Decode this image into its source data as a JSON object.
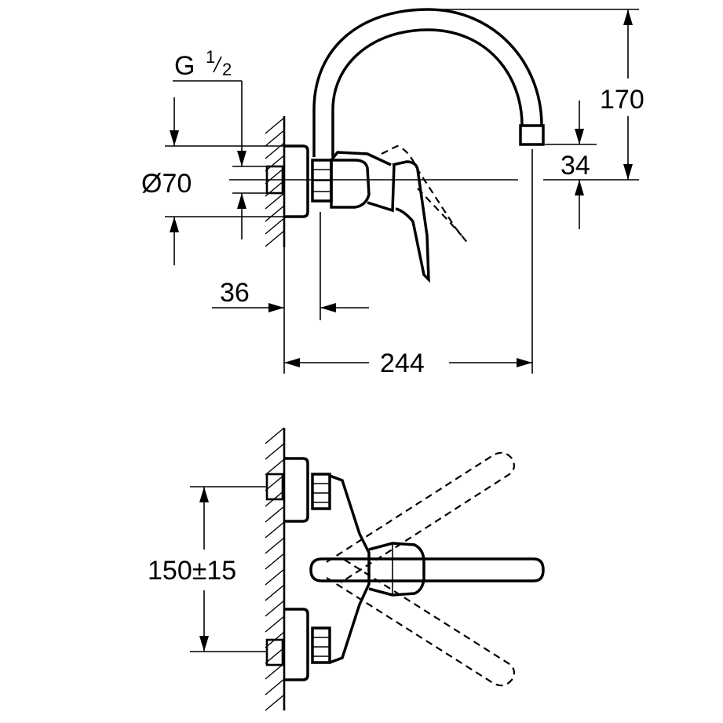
{
  "top_view": {
    "thread_label": "G",
    "thread_num": "1",
    "thread_den": "2",
    "diameter": "Ø70",
    "offset": "36",
    "projection": "244",
    "height": "170",
    "outlet": "34"
  },
  "front_view": {
    "centers": "150±15"
  }
}
